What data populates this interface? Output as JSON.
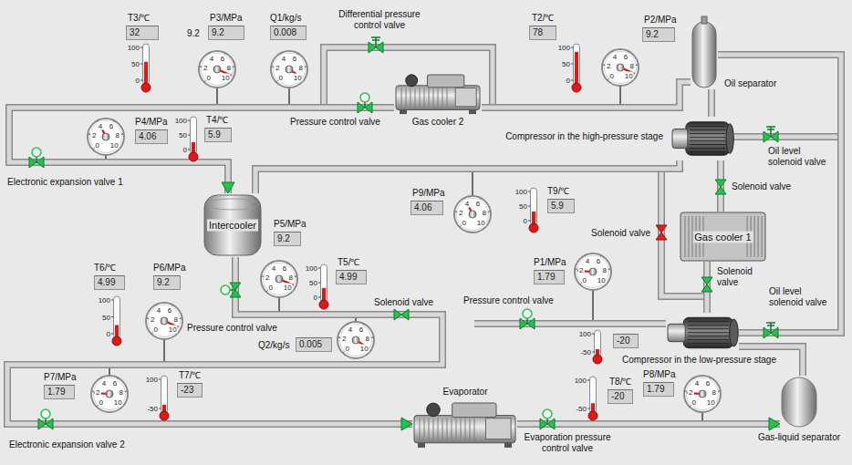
{
  "diagram": {
    "nodes": [
      {
        "text": [
          "Gas cooler 2"
        ]
      },
      {
        "text": [
          "Oil separator"
        ]
      },
      {
        "text": [
          "Compressor in the high-pressure stage"
        ]
      },
      {
        "text": [
          "Intercooler"
        ]
      },
      {
        "text": [
          "Gas cooler 1"
        ]
      },
      {
        "text": [
          "Compressor in the low-pressure stage"
        ]
      },
      {
        "text": [
          "Evaporator"
        ]
      },
      {
        "text": [
          "Gas-liquid separator"
        ]
      }
    ],
    "edges": [
      {
        "from": 1,
        "to": 0,
        "arrow": "none"
      },
      {
        "from": 0,
        "to": 3,
        "arrow": "to"
      },
      {
        "from": 3,
        "to": 2,
        "arrow": "none"
      },
      {
        "from": 2,
        "to": 1,
        "arrow": "none"
      },
      {
        "from": 3,
        "to": 6,
        "arrow": "to"
      },
      {
        "from": 6,
        "to": 7,
        "arrow": "to"
      },
      {
        "from": 7,
        "to": 5,
        "arrow": "none"
      },
      {
        "from": 5,
        "to": 4,
        "arrow": "none"
      },
      {
        "from": 4,
        "to": 2,
        "arrow": "none"
      },
      {
        "from": 1,
        "to": 5,
        "arrow": "none"
      }
    ],
    "labels": [
      "T3/℃",
      "32",
      "100",
      "50",
      "0",
      "P3/MPa",
      "9.2",
      "9.2",
      "4",
      "6",
      "2",
      "8",
      "0",
      "10",
      "Q1/kg/s",
      "0.008",
      "4",
      "6",
      "2",
      "8",
      "0",
      "10",
      "Differential pressure control valve",
      "Pressure control valve",
      "T2/℃",
      "78",
      "100",
      "50",
      "0",
      "P2/MPa",
      "9.2",
      "4",
      "6",
      "2",
      "8",
      "0",
      "10",
      "P4/MPa",
      "4.06",
      "4",
      "6",
      "2",
      "8",
      "0",
      "10",
      "T4/℃",
      "5.9",
      "100",
      "50",
      "0",
      "Electronic expansion valve 1",
      "P9/MPa",
      "4.06",
      "4",
      "6",
      "2",
      "8",
      "0",
      "10",
      "T9/℃",
      "5.9",
      "100",
      "50",
      "0",
      "Solenoid valve",
      "Solenoid valve",
      "Solenoid valve",
      "Oil level solenoid valve",
      "Oil level solenoid valve",
      "P5/MPa",
      "9.2",
      "4",
      "6",
      "2",
      "8",
      "0",
      "10",
      "T5/℃",
      "4.99",
      "100",
      "50",
      "0",
      "Pressure control valve",
      "Solenoid valve",
      "Q2/kg/s",
      "0.005",
      "4",
      "6",
      "2",
      "8",
      "0",
      "10",
      "P1/MPa",
      "1.79",
      "4",
      "6",
      "2",
      "8",
      "0",
      "10",
      "Pressure control valve",
      "-20",
      "100",
      "-50",
      "T6/℃",
      "4.99",
      "100",
      "50",
      "0",
      "P6/MPa",
      "9.2",
      "4",
      "6",
      "2",
      "8",
      "0",
      "10",
      "P7/MPa",
      "1.79",
      "4",
      "6",
      "2",
      "8",
      "0",
      "10",
      "T7/℃",
      "-23",
      "100",
      "-50",
      "Electronic expansion valve 2",
      "Evaporation pressure control valve",
      "T8/℃",
      "-20",
      "100",
      "-50",
      "P8/MPa",
      "1.79",
      "4",
      "6",
      "2",
      "8",
      "0",
      "10"
    ]
  }
}
